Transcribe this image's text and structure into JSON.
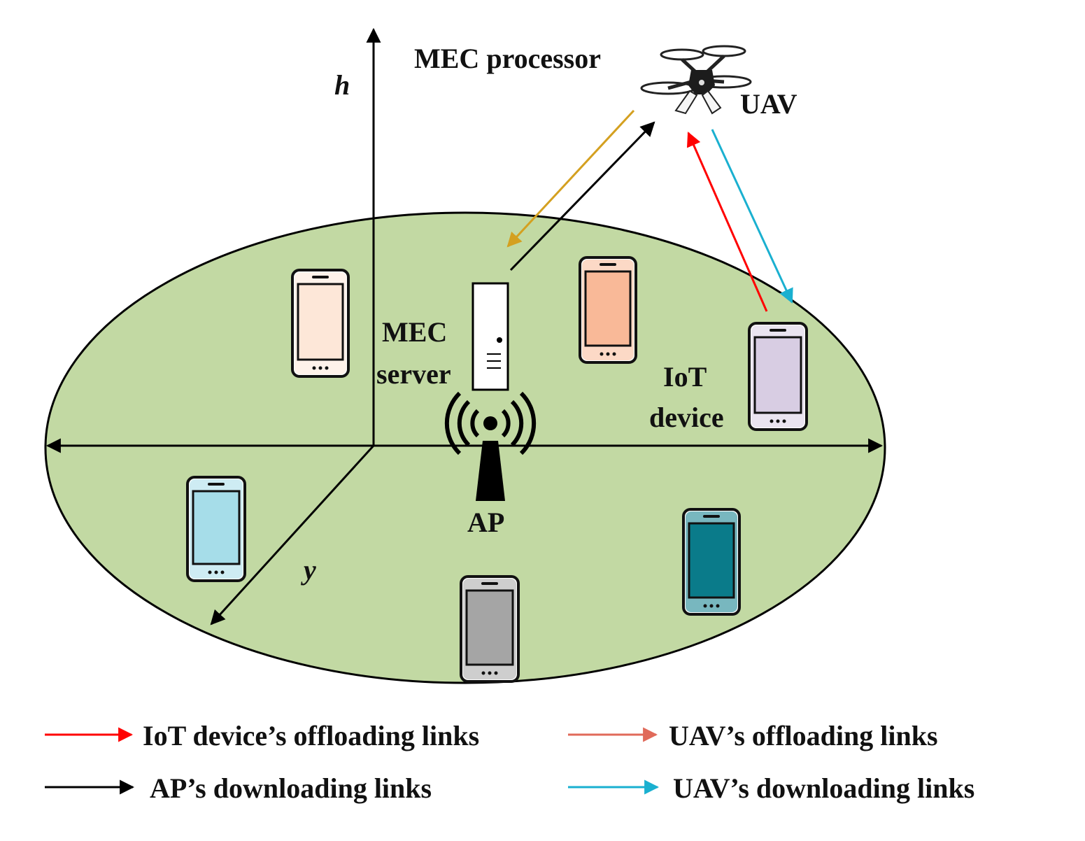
{
  "labels": {
    "mec_processor": "MEC processor",
    "uav": "UAV",
    "mec_server_line1": "MEC",
    "mec_server_line2": "server",
    "iot_line1": "IoT",
    "iot_line2": "device",
    "ap": "AP",
    "axis_h": "h",
    "axis_y": "y"
  },
  "legend": [
    {
      "label": "IoT device’s offloading links",
      "color": "#ff0000"
    },
    {
      "label": "UAV’s offloading links",
      "color": "#e06a5a"
    },
    {
      "label": "AP’s downloading links",
      "color": "#000000"
    },
    {
      "label": "UAV’s downloading links",
      "color": "#1ab0d0"
    }
  ],
  "colors": {
    "ground": "#c2d9a3",
    "link_uav_to_mec": "#d4a020",
    "link_mec_to_uav": "#000000",
    "link_iot_offload": "#ff0000",
    "link_uav_download": "#1ab0d0"
  },
  "phones": [
    {
      "name": "phone-peach",
      "screen": "#fde7d8"
    },
    {
      "name": "phone-orange",
      "screen": "#f9b998"
    },
    {
      "name": "phone-lavender",
      "screen": "#d8cde3"
    },
    {
      "name": "phone-lightblue",
      "screen": "#a6dde9"
    },
    {
      "name": "phone-gray",
      "screen": "#a5a5a5"
    },
    {
      "name": "phone-teal",
      "screen": "#0a7b8a"
    }
  ]
}
